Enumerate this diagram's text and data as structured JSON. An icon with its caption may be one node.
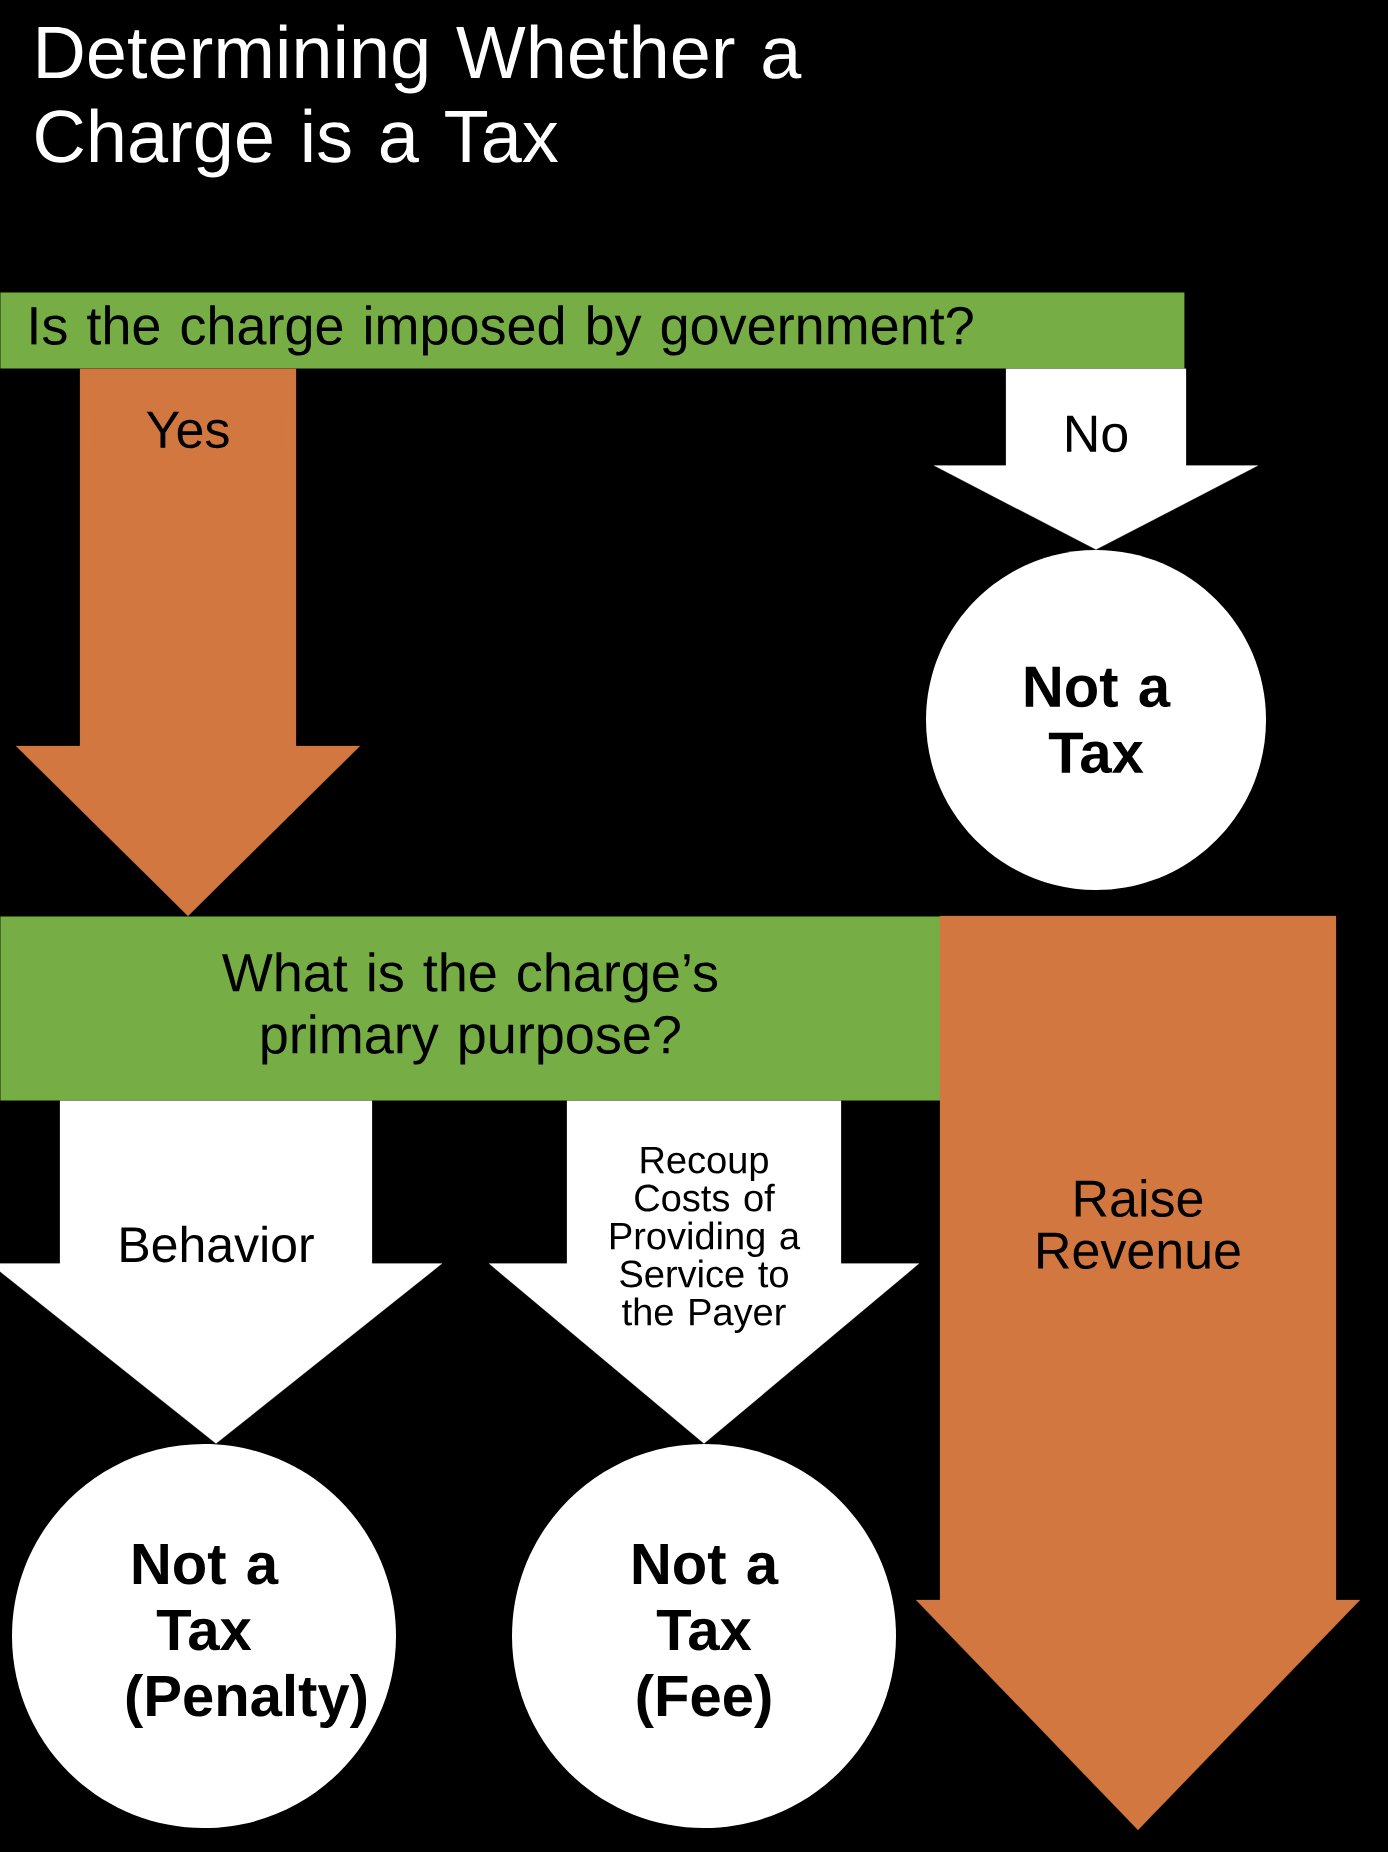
{
  "diagram": {
    "title": "Determining Whether a Charge is a Tax",
    "nodes": [
      {
        "text": [
          "Is the charge imposed by government?"
        ]
      },
      {
        "text": [
          "Not a Tax"
        ]
      },
      {
        "text": [
          "What is the charge’s primary purpose?"
        ]
      },
      {
        "text": [
          "Not a Tax (Penalty)"
        ]
      },
      {
        "text": [
          "Not a Tax (Fee)"
        ]
      }
    ],
    "edges": [
      {
        "from": 0,
        "to": 2,
        "arrow": "to",
        "label": "Yes",
        "color": "#d2773f"
      },
      {
        "from": 0,
        "to": 1,
        "arrow": "to",
        "label": "No"
      },
      {
        "from": 2,
        "to": 3,
        "arrow": "to",
        "label": "Behavior"
      },
      {
        "from": 2,
        "to": 4,
        "arrow": "to",
        "label": "Recoup Costs of Providing a Service to the Payer"
      },
      {
        "from": 2,
        "to": null,
        "arrow": "to",
        "label": "Raise Revenue",
        "color": "#d2773f"
      }
    ]
  }
}
